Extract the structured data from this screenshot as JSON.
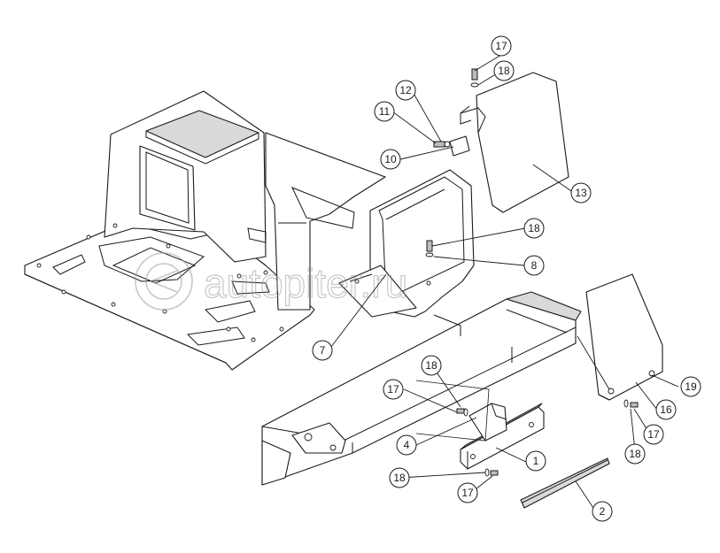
{
  "watermark": {
    "text": "autopiter.ru"
  },
  "callouts": [
    {
      "id": "c1",
      "label": "1"
    },
    {
      "id": "c2",
      "label": "2"
    },
    {
      "id": "c4",
      "label": "4"
    },
    {
      "id": "c7",
      "label": "7"
    },
    {
      "id": "c8",
      "label": "8"
    },
    {
      "id": "c10",
      "label": "10"
    },
    {
      "id": "c11",
      "label": "11"
    },
    {
      "id": "c12",
      "label": "12"
    },
    {
      "id": "c13",
      "label": "13"
    },
    {
      "id": "c16",
      "label": "16"
    },
    {
      "id": "c17a",
      "label": "17"
    },
    {
      "id": "c17b",
      "label": "17"
    },
    {
      "id": "c17c",
      "label": "17"
    },
    {
      "id": "c17d",
      "label": "17"
    },
    {
      "id": "c18a",
      "label": "18"
    },
    {
      "id": "c18b",
      "label": "18"
    },
    {
      "id": "c18c",
      "label": "18"
    },
    {
      "id": "c18d",
      "label": "18"
    },
    {
      "id": "c18e",
      "label": "18"
    },
    {
      "id": "c19",
      "label": "19"
    }
  ]
}
